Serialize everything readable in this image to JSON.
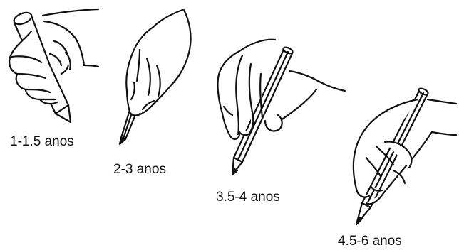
{
  "figure": {
    "stages": [
      {
        "label": "1-1.5 anos",
        "grasp_icon": "fist-grasp-crayon-icon"
      },
      {
        "label": "2-3 anos",
        "grasp_icon": "fingers-down-pencil-icon"
      },
      {
        "label": "3.5-4 anos",
        "grasp_icon": "four-finger-grasp-pencil-icon"
      },
      {
        "label": "4.5-6 anos",
        "grasp_icon": "tripod-grasp-pencil-icon"
      }
    ],
    "colors": {
      "ink": "#111111",
      "background": "#ffffff"
    }
  }
}
